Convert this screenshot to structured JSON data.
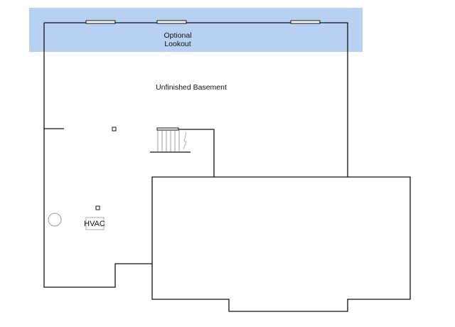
{
  "zones": {
    "lookout": {
      "line1": "Optional",
      "line2": "Lookout",
      "color": "#b8d0f2"
    },
    "basement": {
      "label": "Unfinished Basement"
    }
  },
  "equipment": {
    "hvac_label": "HVAC"
  },
  "colors": {
    "wall": "#111111",
    "highlight": "#b8d0f2",
    "background": "#ffffff"
  }
}
